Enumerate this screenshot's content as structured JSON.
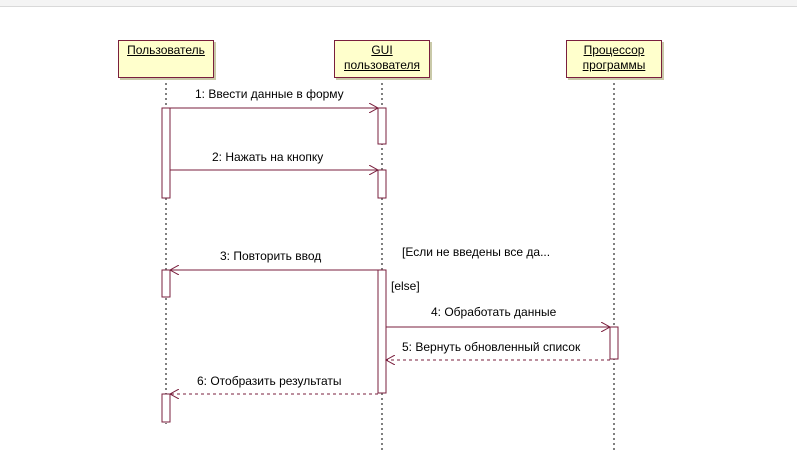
{
  "participants": {
    "user": "Пользователь",
    "gui_line1": "GUI",
    "gui_line2": "пользователя",
    "proc_line1": "Процессор",
    "proc_line2": "программы"
  },
  "messages": [
    {
      "label": "1: Ввести данные в форму",
      "kind": "sync"
    },
    {
      "label": "2: Нажать на кнопку",
      "kind": "sync"
    },
    {
      "label": "3: Повторить ввод",
      "kind": "sync"
    },
    {
      "label": "4: Обработать данные",
      "kind": "sync"
    },
    {
      "label": "5: Вернуть обновленный список",
      "kind": "return"
    },
    {
      "label": "6: Отобразить результаты",
      "kind": "return"
    }
  ],
  "guards": {
    "if_not": "[Если не введены все да...",
    "else": "[else]"
  },
  "colors": {
    "line": "#7a1f3d",
    "actor_fill": "#ffffcc",
    "lifeline": "#000000"
  }
}
